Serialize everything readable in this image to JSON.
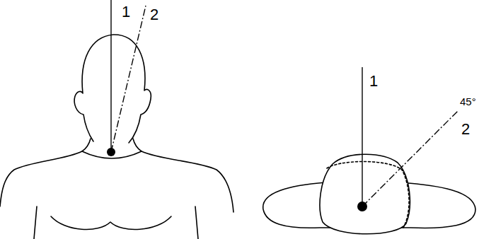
{
  "diagram": {
    "labels": [
      "1",
      "2",
      "1",
      "45°",
      "2"
    ]
  }
}
